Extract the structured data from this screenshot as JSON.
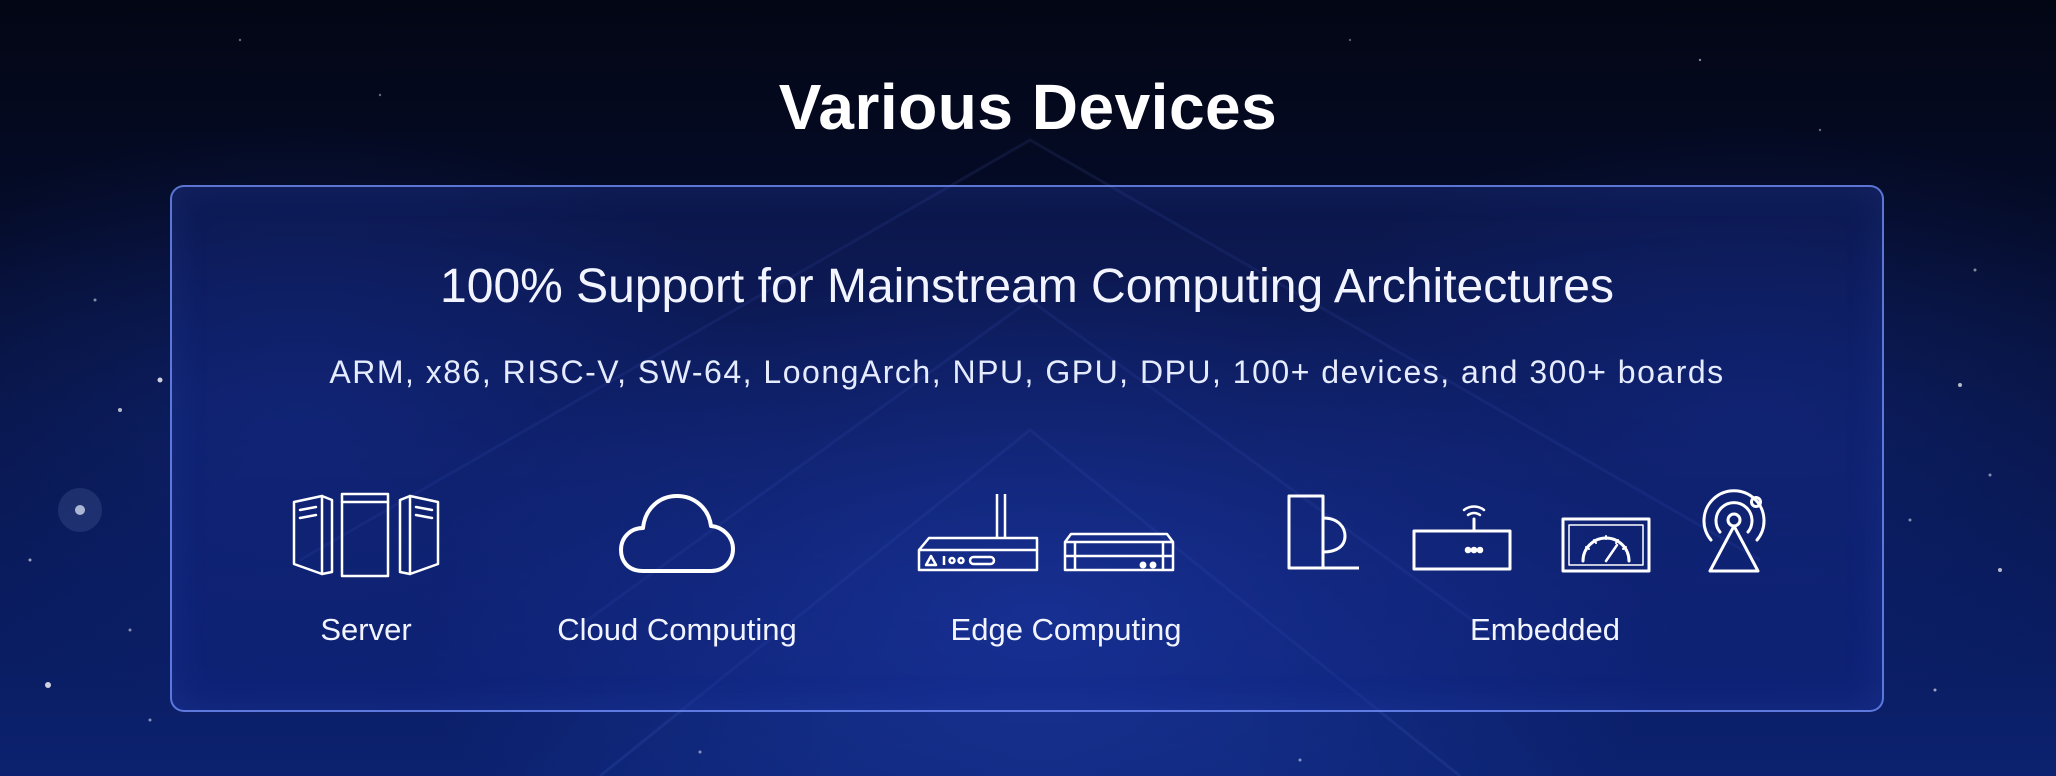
{
  "page": {
    "title": "Various Devices"
  },
  "panel": {
    "heading": "100% Support for Mainstream Computing Architectures",
    "subtitle": "ARM, x86, RISC-V, SW-64, LoongArch, NPU, GPU, DPU, 100+ devices, and 300+ boards"
  },
  "categories": [
    {
      "label": "Server",
      "icons": [
        "server-icon"
      ]
    },
    {
      "label": "Cloud Computing",
      "icons": [
        "cloud-icon"
      ]
    },
    {
      "label": "Edge Computing",
      "icons": [
        "edge-router-icon",
        "edge-box-icon"
      ]
    },
    {
      "label": "Embedded",
      "icons": [
        "smart-cup-icon",
        "router-icon",
        "dashboard-gauge-icon",
        "signal-tower-icon"
      ]
    }
  ],
  "colors": {
    "accent_border": "#7896ff",
    "icon_stroke": "#ffffff",
    "background_dark": "#030614",
    "background_blue": "#0c2270"
  }
}
